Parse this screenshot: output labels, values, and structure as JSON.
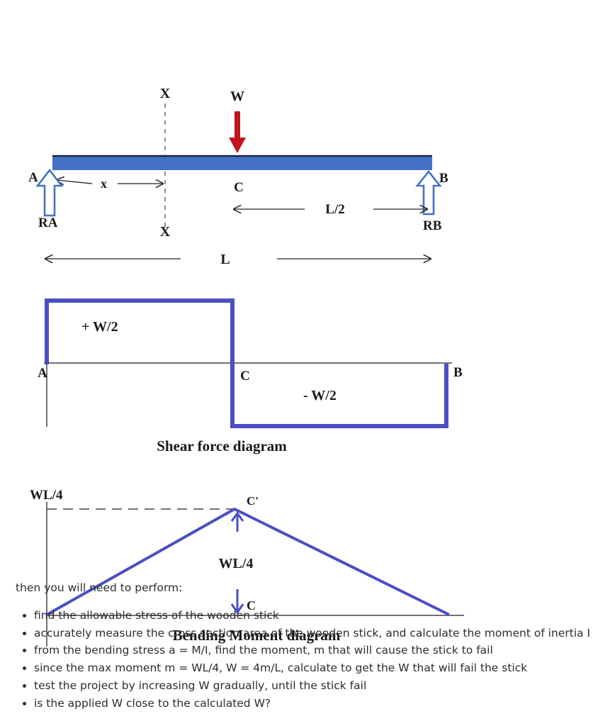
{
  "diagram": {
    "beam": {
      "label_A": "A",
      "label_B": "B",
      "load": "W",
      "section_mark": "X",
      "distance_x": "x",
      "midpoint": "C",
      "half_span": "L/2",
      "reaction_A": "RA",
      "reaction_B": "RB",
      "span": "L"
    },
    "shear": {
      "positive": "+ W/2",
      "negative": "- W/2",
      "label_A": "A",
      "label_B": "B",
      "label_C": "C",
      "title": "Shear force diagram"
    },
    "moment": {
      "max_axis_label": "WL/4",
      "peak_label": "C'",
      "peak_value": "WL/4",
      "label_C": "C",
      "title": "Bending Moment diagram"
    }
  },
  "colors": {
    "beam": "#4472c4",
    "diagram_line": "#4a4fc4",
    "load_arrow": "#c0151a"
  },
  "instructions": {
    "intro": "then you will need to perform:",
    "items": [
      "find the allowable stress of the wooden stick",
      "accurately measure the cross section area of the wooden stick, and calculate the moment of inertia I",
      "from the bending stress a = M/I, find the moment, m that will cause the stick to fail",
      "since the max moment m = WL/4, W = 4m/L, calculate to get the W that will fail the stick",
      "test the project by increasing W gradually, until the stick fail",
      "is the applied W close to the calculated W?"
    ]
  }
}
